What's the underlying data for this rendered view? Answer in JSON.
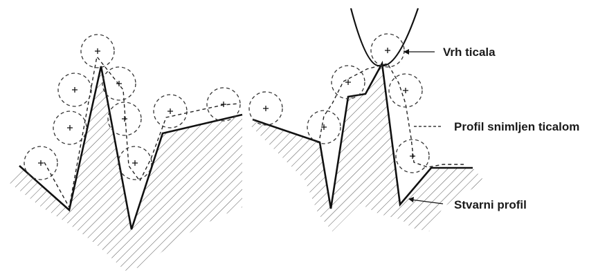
{
  "labels": {
    "stylus_tip": "Vrh ticala",
    "traced_profile": "Profil snimljen ticalom",
    "actual_profile": "Stvarni profil"
  }
}
